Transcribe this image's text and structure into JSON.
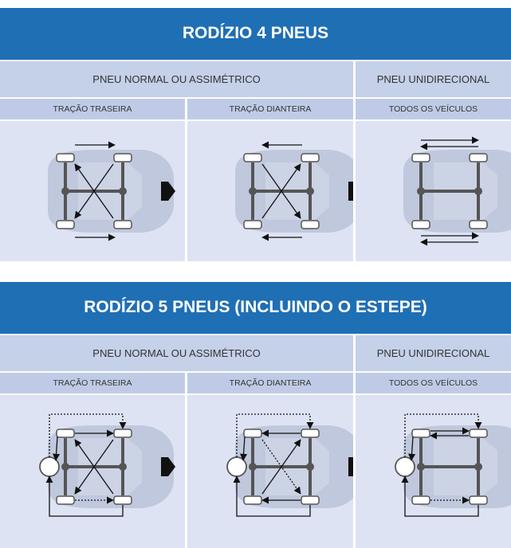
{
  "sections": [
    {
      "title": "RODÍZIO 4 PNEUS",
      "categories": [
        "PNEU NORMAL OU ASSIMÉTRICO",
        "PNEU UNIDIRECIONAL"
      ],
      "subcategories": [
        "TRAÇÃO TRASEIRA",
        "TRAÇÃO DIANTEIRA",
        "TODOS OS VEÍCULOS"
      ],
      "diagrams": [
        "4-tire rear-wheel-drive rotation",
        "4-tire front-wheel-drive rotation",
        "4-tire directional rotation"
      ]
    },
    {
      "title": "RODÍZIO 5 PNEUS (INCLUINDO O ESTEPE)",
      "categories": [
        "PNEU NORMAL OU ASSIMÉTRICO",
        "PNEU UNIDIRECIONAL"
      ],
      "subcategories": [
        "TRAÇÃO TRASEIRA",
        "TRAÇÃO DIANTEIRA",
        "TODOS OS VEÍCULOS"
      ],
      "diagrams": [
        "5-tire rear-wheel-drive rotation",
        "5-tire front-wheel-drive rotation",
        "5-tire directional rotation"
      ]
    }
  ],
  "colors": {
    "title_band": "#1f6fb5",
    "category_band": "#c5d0e9",
    "panel": "#dde3f3",
    "car_body": "#b6bfd6",
    "tire": "#ffffff",
    "arrow": "#111111"
  }
}
